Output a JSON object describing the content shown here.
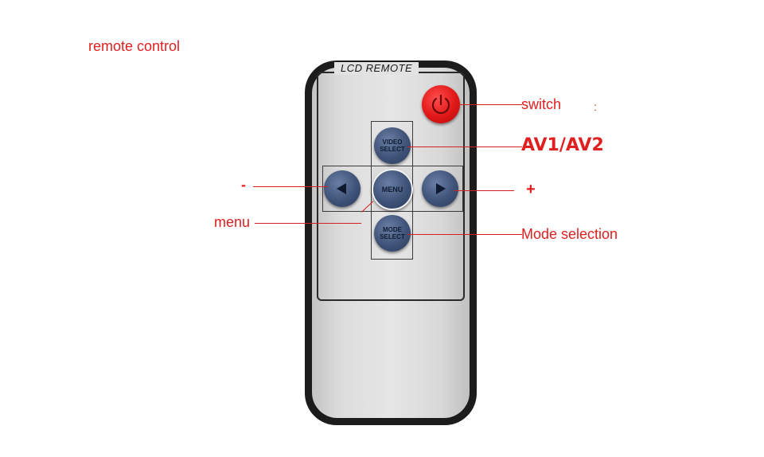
{
  "caption": "remote control",
  "remote": {
    "brand": "LCD REMOTE",
    "buttons": {
      "power_icon": "power-icon",
      "video_select": "VIDEO\nSELECT",
      "menu": "MENU",
      "mode_select": "MODE\nSELECT",
      "left_icon": "left-arrow-icon",
      "right_icon": "right-arrow-icon"
    }
  },
  "callouts": {
    "switch": "switch",
    "switch_mark": ":",
    "av": "AV1/AV2",
    "minus": "-",
    "plus": "+",
    "menu": "menu",
    "mode": "Mode selection"
  },
  "colors": {
    "callout": "#e02020",
    "button": "#3f5378",
    "power": "#e01717",
    "remote_body": "#1c1c1c",
    "remote_face": "#dcdcdc"
  }
}
